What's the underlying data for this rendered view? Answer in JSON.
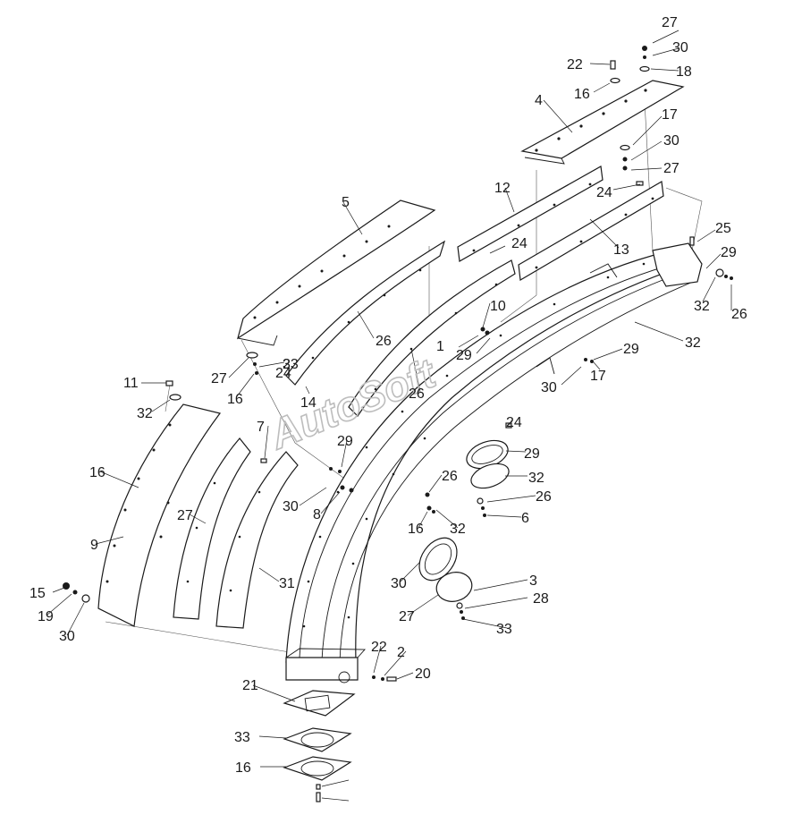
{
  "watermark": "AutoSoft",
  "callouts": [
    {
      "id": "c-27a",
      "text": "27"
    },
    {
      "id": "c-30a",
      "text": "30"
    },
    {
      "id": "c-18",
      "text": "18"
    },
    {
      "id": "c-22a",
      "text": "22"
    },
    {
      "id": "c-16a",
      "text": "16"
    },
    {
      "id": "c-4",
      "text": "4"
    },
    {
      "id": "c-17a",
      "text": "17"
    },
    {
      "id": "c-30b",
      "text": "30"
    },
    {
      "id": "c-27b",
      "text": "27"
    },
    {
      "id": "c-12",
      "text": "12"
    },
    {
      "id": "c-24a",
      "text": "24"
    },
    {
      "id": "c-5",
      "text": "5"
    },
    {
      "id": "c-24b",
      "text": "24"
    },
    {
      "id": "c-13",
      "text": "13"
    },
    {
      "id": "c-25",
      "text": "25"
    },
    {
      "id": "c-29a",
      "text": "29"
    },
    {
      "id": "c-32a",
      "text": "32"
    },
    {
      "id": "c-26a",
      "text": "26"
    },
    {
      "id": "c-10",
      "text": "10"
    },
    {
      "id": "c-1",
      "text": "1"
    },
    {
      "id": "c-29b",
      "text": "29"
    },
    {
      "id": "c-26b",
      "text": "26"
    },
    {
      "id": "c-32b",
      "text": "32"
    },
    {
      "id": "c-29c",
      "text": "29"
    },
    {
      "id": "c-17b",
      "text": "17"
    },
    {
      "id": "c-30c",
      "text": "30"
    },
    {
      "id": "c-27c",
      "text": "27"
    },
    {
      "id": "c-23",
      "text": "23"
    },
    {
      "id": "c-16b",
      "text": "16"
    },
    {
      "id": "c-11",
      "text": "11"
    },
    {
      "id": "c-32c",
      "text": "32"
    },
    {
      "id": "c-26c",
      "text": "26"
    },
    {
      "id": "c-24c",
      "text": "24"
    },
    {
      "id": "c-3a",
      "text": "3"
    },
    {
      "id": "c-14",
      "text": "14"
    },
    {
      "id": "c-24d",
      "text": "24"
    },
    {
      "id": "c-29d",
      "text": "29"
    },
    {
      "id": "c-7",
      "text": "7"
    },
    {
      "id": "c-29e",
      "text": "29"
    },
    {
      "id": "c-16c",
      "text": "16"
    },
    {
      "id": "c-26d",
      "text": "26"
    },
    {
      "id": "c-32d",
      "text": "32"
    },
    {
      "id": "c-30d",
      "text": "30"
    },
    {
      "id": "c-8",
      "text": "8"
    },
    {
      "id": "c-26e",
      "text": "26"
    },
    {
      "id": "c-27d",
      "text": "27"
    },
    {
      "id": "c-32e",
      "text": "32"
    },
    {
      "id": "c-6",
      "text": "6"
    },
    {
      "id": "c-16d",
      "text": "16"
    },
    {
      "id": "c-9",
      "text": "9"
    },
    {
      "id": "c-3b",
      "text": "3"
    },
    {
      "id": "c-31",
      "text": "31"
    },
    {
      "id": "c-30e",
      "text": "30"
    },
    {
      "id": "c-15",
      "text": "15"
    },
    {
      "id": "c-28",
      "text": "28"
    },
    {
      "id": "c-27e",
      "text": "27"
    },
    {
      "id": "c-19",
      "text": "19"
    },
    {
      "id": "c-33a",
      "text": "33"
    },
    {
      "id": "c-30f",
      "text": "30"
    },
    {
      "id": "c-22b",
      "text": "22"
    },
    {
      "id": "c-2",
      "text": "2"
    },
    {
      "id": "c-20",
      "text": "20"
    },
    {
      "id": "c-21",
      "text": "21"
    },
    {
      "id": "c-33b",
      "text": "33"
    },
    {
      "id": "c-16e",
      "text": "16"
    }
  ]
}
